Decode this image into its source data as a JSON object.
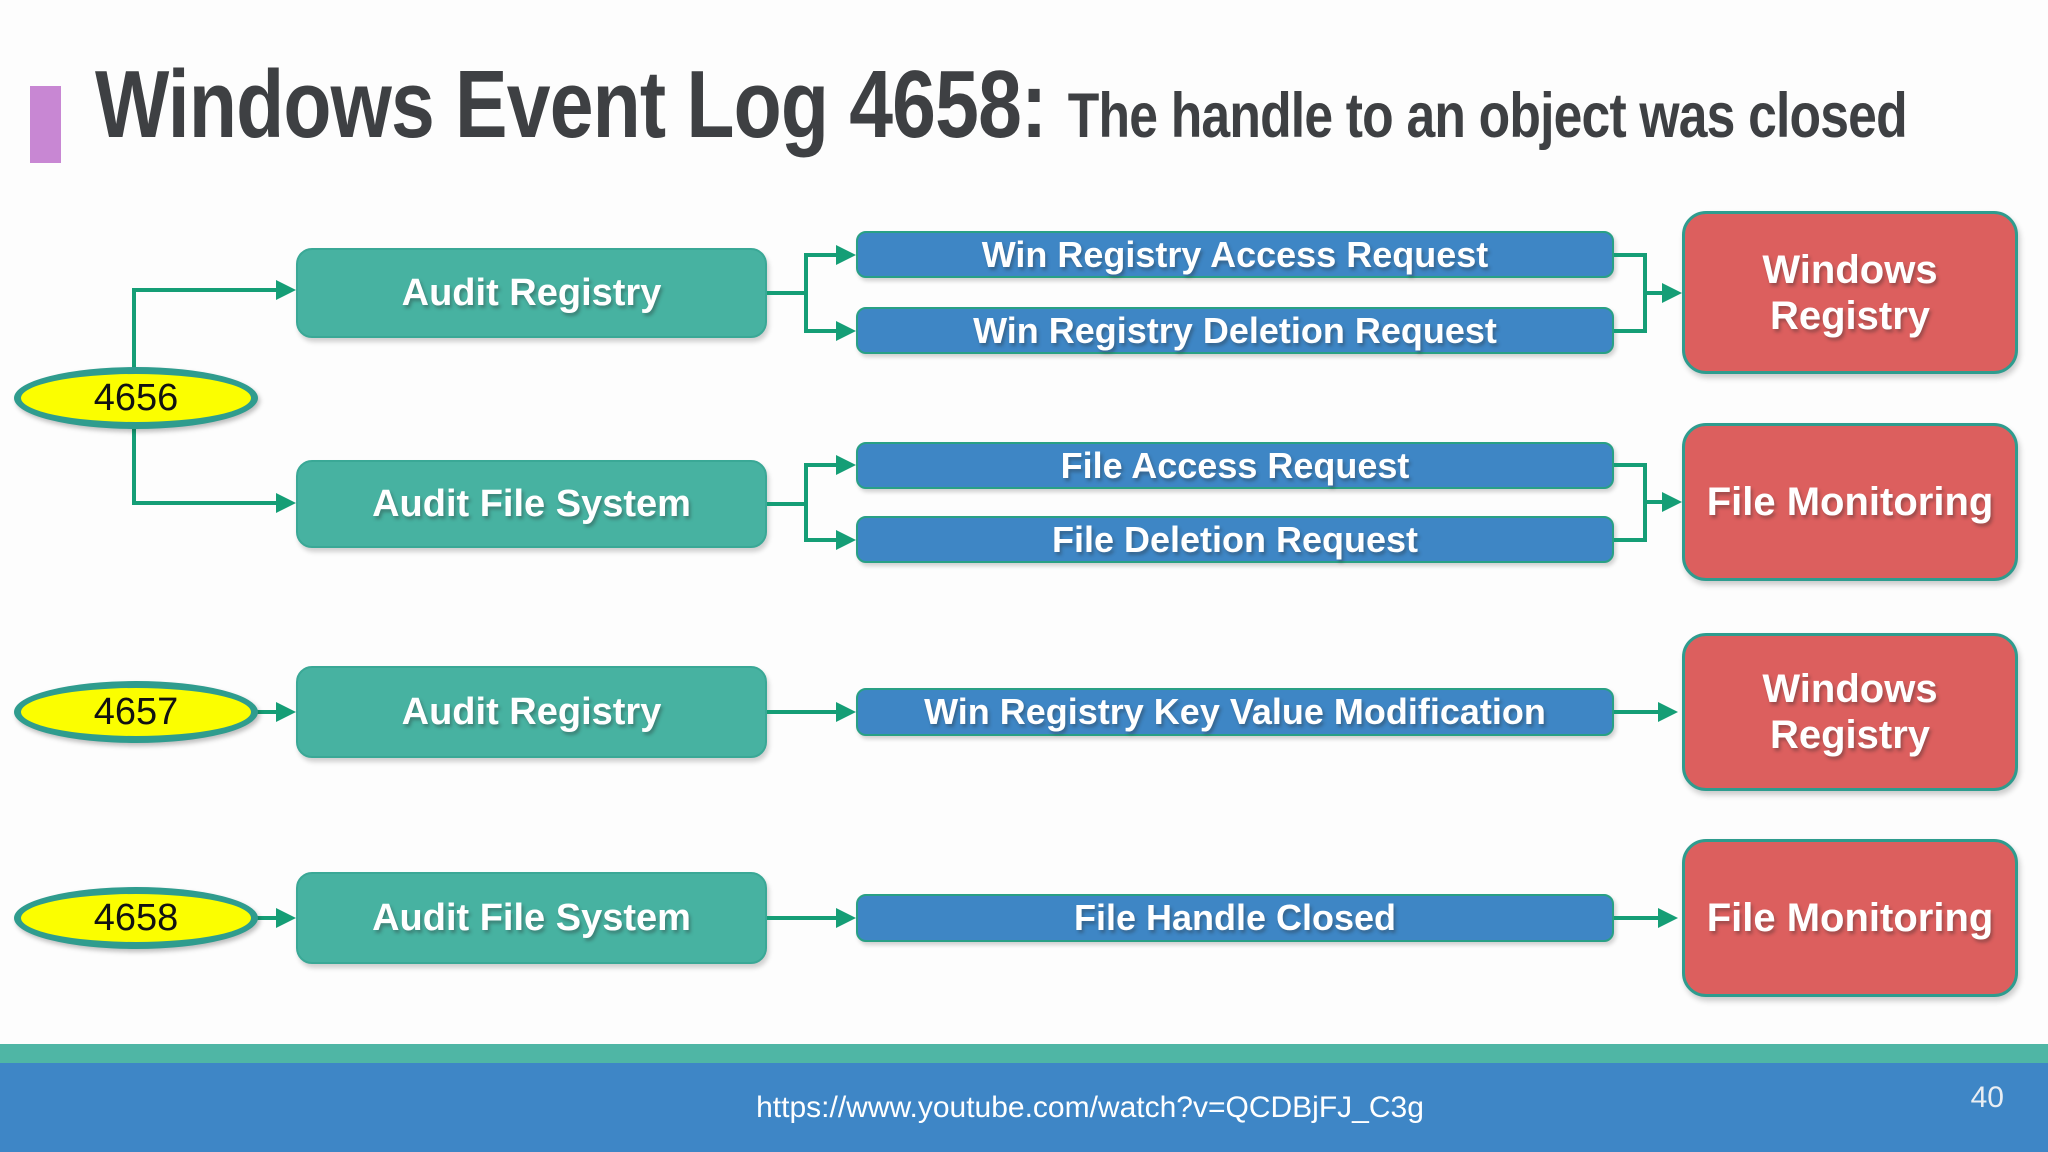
{
  "slide": {
    "title": "Windows Event Log 4658:",
    "subtitle": "The handle to an object was closed",
    "footer_url": "https://www.youtube.com/watch?v=QCDBjFJ_C3g",
    "page_number": "40"
  },
  "diagram": {
    "rows": [
      {
        "event_id": "4656",
        "branches": [
          {
            "audit": "Audit Registry",
            "requests": [
              "Win Registry Access Request",
              "Win Registry Deletion Request"
            ],
            "target": "Windows Registry"
          },
          {
            "audit": "Audit File System",
            "requests": [
              "File Access Request",
              "File Deletion Request"
            ],
            "target": "File Monitoring"
          }
        ]
      },
      {
        "event_id": "4657",
        "branches": [
          {
            "audit": "Audit Registry",
            "requests": [
              "Win Registry Key Value Modification"
            ],
            "target": "Windows Registry"
          }
        ]
      },
      {
        "event_id": "4658",
        "branches": [
          {
            "audit": "Audit File System",
            "requests": [
              "File Handle Closed"
            ],
            "target": "File Monitoring"
          }
        ]
      }
    ]
  },
  "colors": {
    "accent_bar": "#c887d3",
    "title_text": "#3e4043",
    "audit_box": "#47b2a1",
    "request_box": "#3e86c5",
    "target_box": "#dc5f5e",
    "connector": "#159e76",
    "event_ellipse_fill": "#fbfe00",
    "event_ellipse_border": "#2f9c8e",
    "footer_teal_band": "#4fb6a5",
    "footer_blue_band": "#3e86c6"
  }
}
